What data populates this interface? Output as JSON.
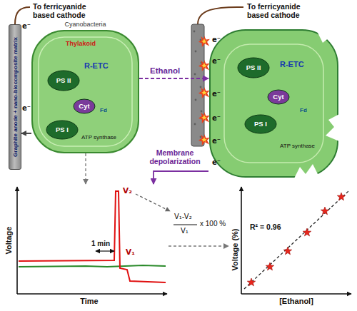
{
  "diagram": {
    "nodes": [
      {
        "text": [
          "Graphite anode + nano-biocomposite matrix"
        ]
      },
      {
        "text": [
          "Cyanobacteria"
        ]
      },
      {
        "text": [
          "PS II"
        ],
        "in": 1
      },
      {
        "text": [
          "Cyt"
        ],
        "in": 1
      },
      {
        "text": [
          "PS I"
        ],
        "in": 1
      },
      {
        "text": []
      },
      {
        "text": [
          "PS II"
        ],
        "in": 5
      },
      {
        "text": [
          "Cyt"
        ],
        "in": 5
      },
      {
        "text": [
          "PS I"
        ],
        "in": 5
      },
      {
        "text": [
          "Voltage",
          "Time"
        ]
      },
      {
        "text": [
          "Voltage (%)",
          "[Ethanol]"
        ]
      }
    ],
    "edges": [
      {
        "from": 1,
        "to": 0,
        "arrow": "to"
      },
      {
        "from": 1,
        "to": 5,
        "label": "Ethanol",
        "arrow": "to"
      },
      {
        "from": 1,
        "to": 9,
        "arrow": "to"
      },
      {
        "from": 5,
        "to": 9,
        "label": "Membrane depolarization",
        "arrow": "to"
      },
      {
        "from": 9,
        "to": 10,
        "arrow": "to"
      }
    ],
    "labels": [
      "To ferricyanide based cathode",
      "To ferricyanide based cathode",
      "e⁻",
      "e⁻",
      "Thylakoid",
      "R-ETC",
      "Fd",
      "ATP synthase",
      "e⁻",
      "e⁻",
      "e⁻",
      "e⁻",
      "e⁻",
      "e⁻",
      "R-ETC",
      "Fd",
      "ATP synthase",
      "1 min",
      "V₂",
      "V₁",
      "V₁-V₂",
      "V₁",
      "x 100 %",
      "R² = 0.96"
    ]
  }
}
